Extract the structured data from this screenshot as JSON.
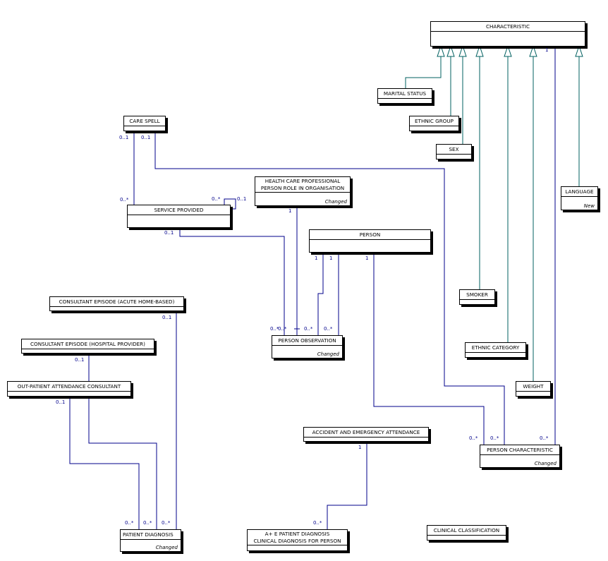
{
  "classes": {
    "characteristic": "CHARACTERISTIC",
    "marital_status": "MARITAL STATUS",
    "ethnic_group": "ETHNIC GROUP",
    "sex": "SEX",
    "language": "LANGUAGE",
    "language_tag": "New",
    "care_spell": "CARE SPELL",
    "hcp_line1": "HEALTH CARE PROFESSIONAL",
    "hcp_line2": "PERSON ROLE IN ORGANISATION",
    "hcp_tag": "Changed",
    "service_provided": "SERVICE PROVIDED",
    "person": "PERSON",
    "consultant_acute": "CONSULTANT EPISODE (ACUTE HOME-BASED)",
    "smoker": "SMOKER",
    "person_observation": "PERSON OBSERVATION",
    "person_observation_tag": "Changed",
    "consultant_hospital": "CONSULTANT EPISODE (HOSPITAL PROVIDER)",
    "ethnic_category": "ETHNIC CATEGORY",
    "outpatient": "OUT-PATIENT ATTENDANCE CONSULTANT",
    "weight": "WEIGHT",
    "accident_emergency": "ACCIDENT AND EMERGENCY ATTENDANCE",
    "person_characteristic": "PERSON CHARACTERISTIC",
    "person_characteristic_tag": "Changed",
    "patient_diagnosis": "PATIENT DIAGNOSIS",
    "patient_diagnosis_tag": "Changed",
    "ae_diag_line1": "A+ E PATIENT DIAGNOSIS",
    "ae_diag_line2": "CLINICAL DIAGNOSIS FOR PERSON",
    "clinical_classification": "CLINICAL CLASSIFICATION"
  },
  "multiplicities": {
    "char_pc_top": "1",
    "cs_left": "0..1",
    "cs_right": "0..1",
    "sp_top": "0..*",
    "sp_self_many": "0..*",
    "sp_self_one": "0..1",
    "sp_bottom": "0..1",
    "hcp_bottom": "1",
    "person_b1": "1",
    "person_b2": "1",
    "person_b3": "1",
    "acute_bottom": "0..1",
    "po_top1": "0..*",
    "po_top2": "0..*",
    "po_top3": "0..*",
    "po_top4": "0..*",
    "hosp_bottom": "0..1",
    "op_bottom": "0..1",
    "ae_bottom": "1",
    "pc_top1": "0..*",
    "pc_top2": "0..*",
    "pc_top3": "0..*",
    "pd_top1": "0..*",
    "pd_top2": "0..*",
    "pd_top3": "0..*",
    "aed_top": "0..*"
  },
  "colors": {
    "association": "#00008b",
    "generalization": "#006060",
    "box_border": "#000000"
  }
}
